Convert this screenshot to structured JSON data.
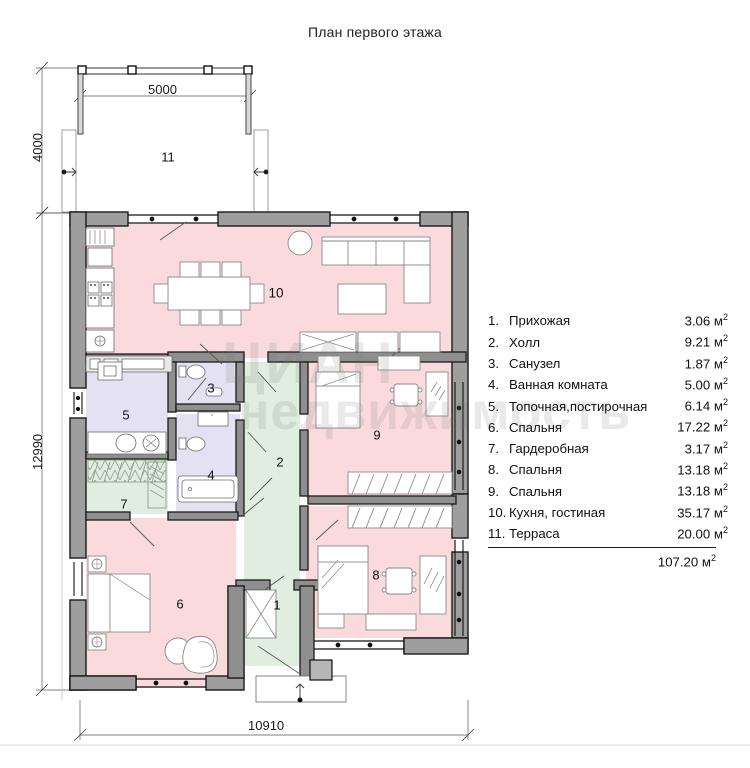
{
  "title": "План первого этажа",
  "watermark": {
    "line1": "ЦИАН",
    "line2": "недвижимость"
  },
  "dimensions": {
    "terrace_width": "5000",
    "terrace_depth": "4000",
    "house_height": "12990",
    "house_width": "10910"
  },
  "room_numbers": [
    {
      "id": "1",
      "label": "1"
    },
    {
      "id": "2",
      "label": "2"
    },
    {
      "id": "3",
      "label": "3"
    },
    {
      "id": "4",
      "label": "4"
    },
    {
      "id": "5",
      "label": "5"
    },
    {
      "id": "6",
      "label": "6"
    },
    {
      "id": "7",
      "label": "7"
    },
    {
      "id": "8",
      "label": "8"
    },
    {
      "id": "9",
      "label": "9"
    },
    {
      "id": "10",
      "label": "10"
    },
    {
      "id": "11",
      "label": "11"
    }
  ],
  "legend": {
    "rows": [
      {
        "num": "1.",
        "name": "Прихожая",
        "area": "3.06",
        "unit": "м"
      },
      {
        "num": "2.",
        "name": "Холл",
        "area": "9.21",
        "unit": "м"
      },
      {
        "num": "3.",
        "name": "Санузел",
        "area": "1.87",
        "unit": "м"
      },
      {
        "num": "4.",
        "name": "Ванная комната",
        "area": "5.00",
        "unit": "м"
      },
      {
        "num": "5.",
        "name": "Топочная,постирочная",
        "area": "6.14",
        "unit": "м"
      },
      {
        "num": "6.",
        "name": "Спальня",
        "area": "17.22",
        "unit": "м"
      },
      {
        "num": "7.",
        "name": "Гардеробная",
        "area": "3.17",
        "unit": "м"
      },
      {
        "num": "8.",
        "name": "Спальня",
        "area": "13.18",
        "unit": "м"
      },
      {
        "num": "9.",
        "name": "Спальня",
        "area": "13.18",
        "unit": "м"
      },
      {
        "num": "10.",
        "name": "Кухня, гостиная",
        "area": "35.17",
        "unit": "м"
      },
      {
        "num": "11.",
        "name": "Терраса",
        "area": "20.00",
        "unit": "м"
      }
    ],
    "total": "107.20",
    "total_unit": "м",
    "exponent": "2"
  },
  "colors": {
    "pink": "#fadadd",
    "green": "#dfeede",
    "lavender": "#e4e2f2",
    "wall_fill": "#9e9e9e",
    "wall_stroke": "#1a1a1a",
    "furniture_stroke": "#6b6b6b",
    "dim_line": "#555555",
    "background": "#ffffff"
  }
}
